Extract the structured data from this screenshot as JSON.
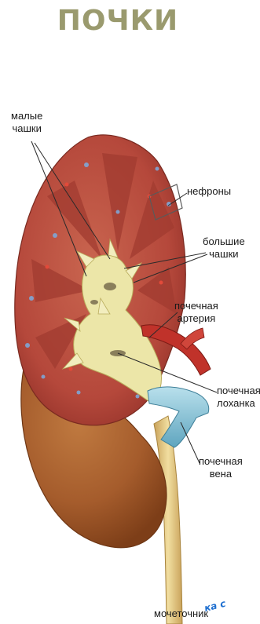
{
  "title": "ПОЧКИ",
  "labels": {
    "small_calyces": [
      "малые",
      "чашки"
    ],
    "nephrons": "нефроны",
    "large_calyces": [
      "большие",
      "чашки"
    ],
    "renal_artery": [
      "почечная",
      "артерия"
    ],
    "renal_pelvis": [
      "почечная",
      "лоханка"
    ],
    "renal_vein": [
      "почечная",
      "вена"
    ],
    "ureter": "мочеточник"
  },
  "caption_fragment": "ка с",
  "colors": {
    "title": "#9a9a6e",
    "cortex": "#b5483b",
    "capsule": "#a55c2c",
    "pelvis": "#ece6a8",
    "artery": "#c0322a",
    "vein": "#8ec6d8",
    "ureter": "#e3cc8a",
    "label_text": "#1a1a1a",
    "caption": "#1e6fd0"
  }
}
